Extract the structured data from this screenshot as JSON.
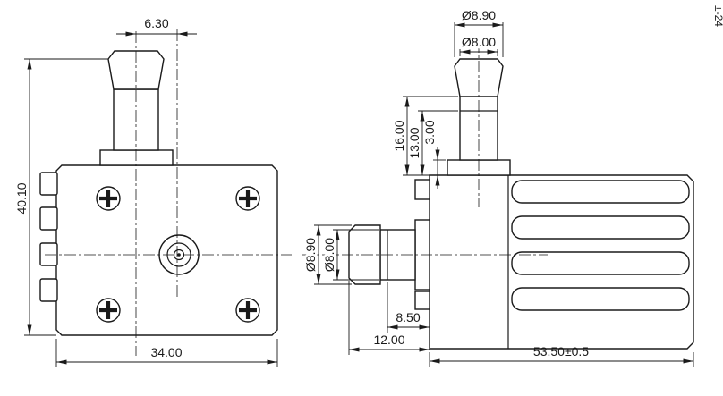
{
  "front_view": {
    "dim_offset": "6.30",
    "dim_height": "40.10",
    "dim_width": "34.00"
  },
  "side_view": {
    "outlet_od": "Ø8.90",
    "outlet_id": "Ø8.00",
    "outlet_height": "16.00",
    "outlet_mid": "13.00",
    "outlet_base": "3.00",
    "inlet_od": "Ø8.90",
    "inlet_id": "Ø8.00",
    "inlet_barb_len": "8.50",
    "inlet_len": "12.00",
    "body_length": "53.50±0.5"
  },
  "corner_note": "±-24",
  "colors": {
    "line": "#1a1a1a",
    "background": "#ffffff"
  }
}
